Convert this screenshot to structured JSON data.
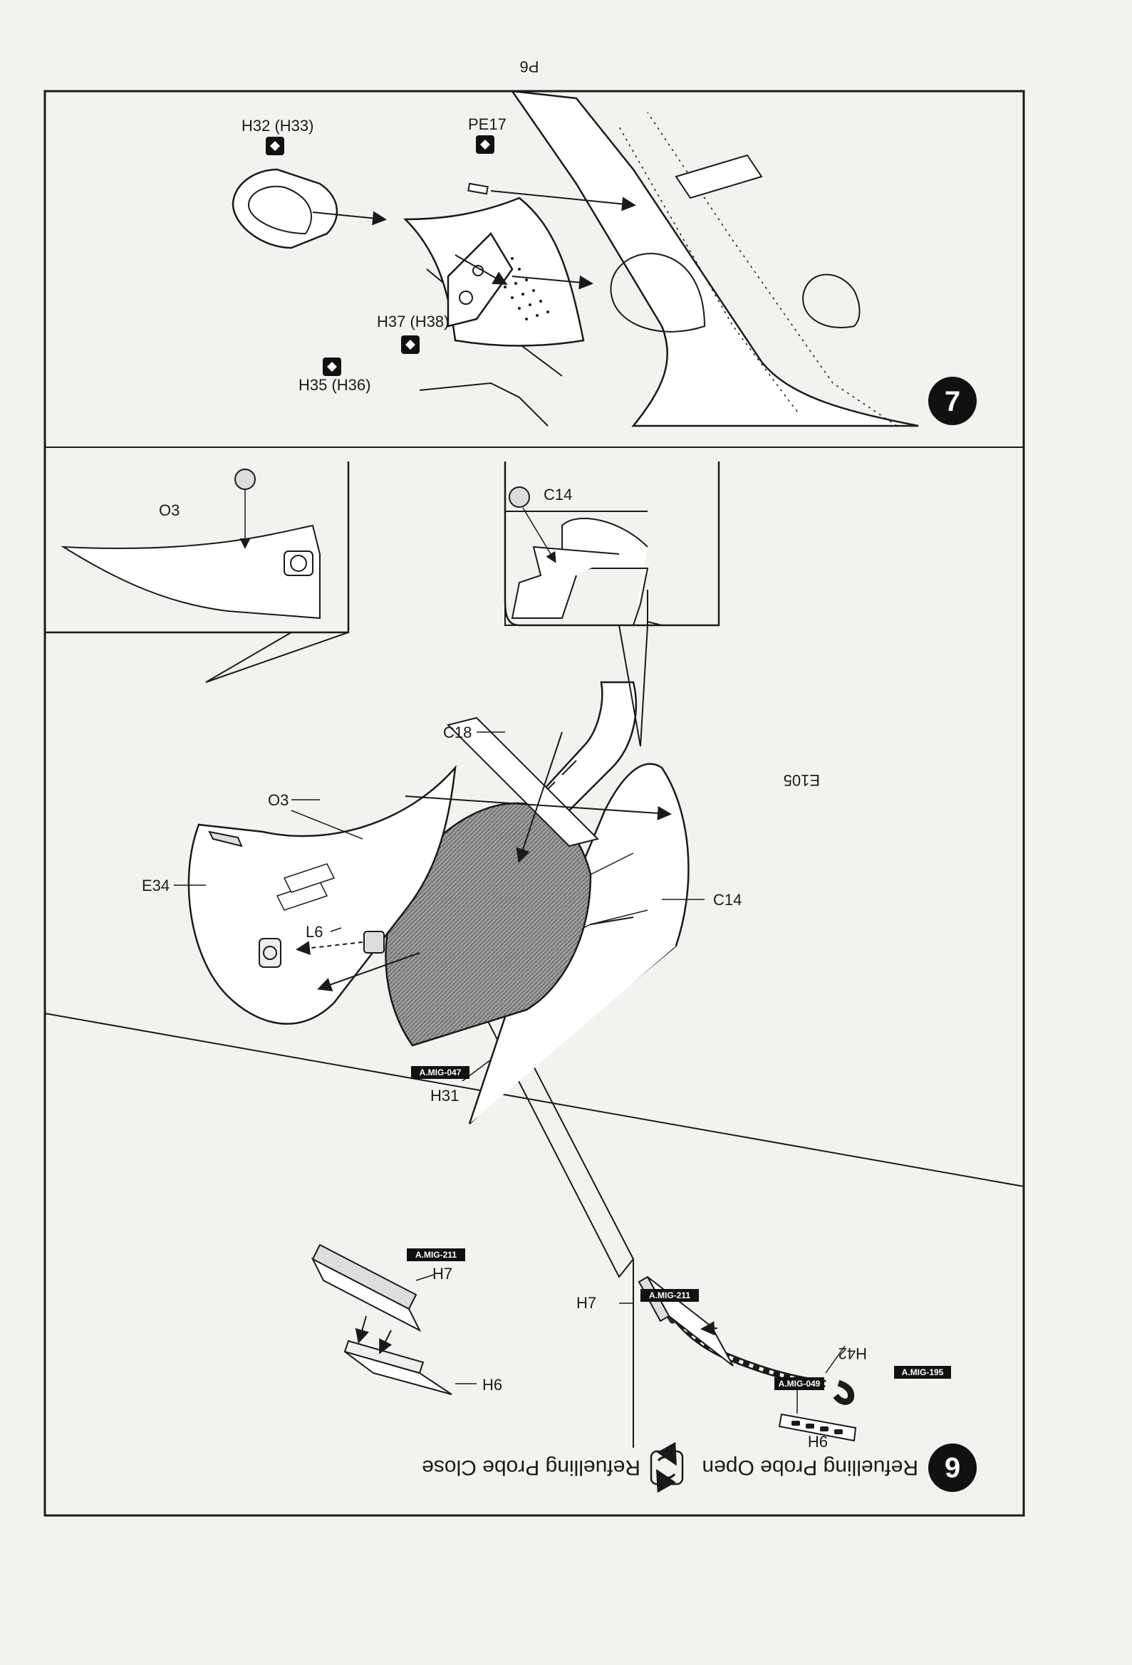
{
  "page": {
    "page_number": "P6"
  },
  "step6": {
    "number": "6",
    "title_open": "Refuelling Probe Open",
    "title_close": "Refuelling Probe Close",
    "open_parts": {
      "h7": "H7",
      "h42": "H42",
      "h6": "H6"
    },
    "open_codes": {
      "code_h7": "A.MIG-211",
      "code_h42": "A.MIG-195",
      "code_h6": "A.MIG-049"
    },
    "close_parts": {
      "h7": "H7",
      "h6": "H6"
    },
    "close_codes": {
      "code_h7": "A.MIG-211"
    },
    "main_parts": {
      "c14": "C14",
      "e105": "E105",
      "c18": "C18",
      "o3": "O3",
      "e34": "E34",
      "l6": "L6",
      "h31": "H31"
    },
    "main_codes": {
      "code_h31": "A.MIG-047"
    },
    "detail_left": {
      "part": "C14"
    },
    "detail_right": {
      "part": "O3"
    }
  },
  "step7": {
    "number": "7",
    "parts": {
      "h35": "H35 (H36)",
      "h37": "H37 (H38)",
      "h32": "H32 (H33)",
      "pe17": "PE17"
    }
  },
  "colors": {
    "ink": "#1a1a1a",
    "paper": "#f3f2ee",
    "badge": "#111111",
    "grey_fill": "#9a9a9a"
  },
  "icons": [
    "swap-icon",
    "side-select-icon"
  ]
}
